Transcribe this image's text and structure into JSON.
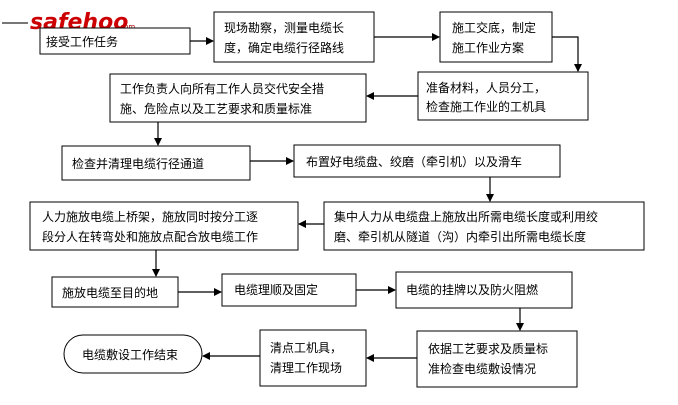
{
  "watermark": {
    "brand": "safehoo",
    "domain": ".com",
    "color": "#cc0000",
    "accent": "#777777"
  },
  "nodes": [
    {
      "id": "n1",
      "lines": [
        "接受工作任务"
      ]
    },
    {
      "id": "n2",
      "lines": [
        "现场勘察，测量电缆长",
        "度，确定电缆行径路线"
      ]
    },
    {
      "id": "n3",
      "lines": [
        "施工交底，制定",
        "施工作业方案"
      ]
    },
    {
      "id": "n4",
      "lines": [
        "准备材料，人员分工，",
        "检查施工作业的工机具"
      ]
    },
    {
      "id": "n5",
      "lines": [
        "工作负责人向所有工作人员交代安全措",
        "施、危险点以及工艺要求和质量标准"
      ]
    },
    {
      "id": "n6",
      "lines": [
        "检查并清理电缆行径通道"
      ]
    },
    {
      "id": "n7",
      "lines": [
        "布置好电缆盘、绞磨（牵引机）以及滑车"
      ]
    },
    {
      "id": "n8",
      "lines": [
        "集中人力从电缆盘上施放出所需电缆长度或利用绞",
        "磨、牵引机从隧道（沟）内牵引出所需电缆长度"
      ]
    },
    {
      "id": "n9",
      "lines": [
        "人力施放电缆上桥架，施放同时按分工逐",
        "段分人在转弯处和施放点配合放电缆工作"
      ]
    },
    {
      "id": "n10",
      "lines": [
        "施放电缆至目的地"
      ]
    },
    {
      "id": "n11",
      "lines": [
        "电缆理顺及固定"
      ]
    },
    {
      "id": "n12",
      "lines": [
        "电缆的挂牌以及防火阻燃"
      ]
    },
    {
      "id": "n13",
      "lines": [
        "依据工艺要求及质量标",
        "准检查电缆敷设情况"
      ]
    },
    {
      "id": "n14",
      "lines": [
        "清点工机具，",
        "清理工作现场"
      ]
    },
    {
      "id": "n15",
      "lines": [
        "电缆敷设工作结束"
      ]
    }
  ]
}
